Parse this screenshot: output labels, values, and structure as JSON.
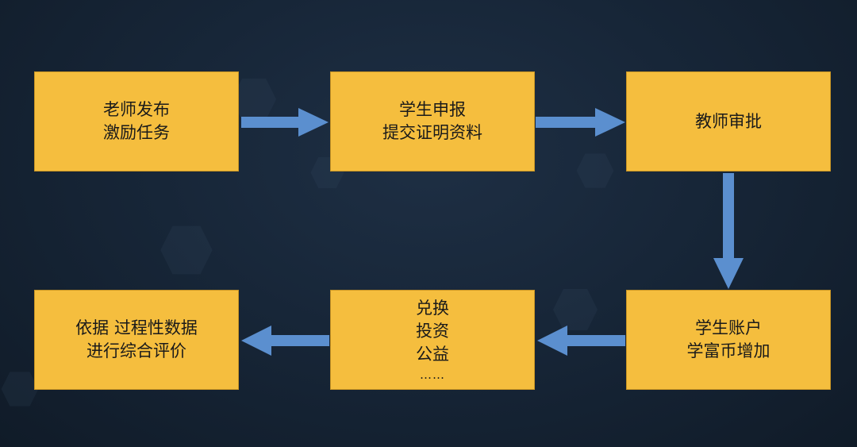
{
  "nodes": [
    {
      "id": "n1",
      "lines": [
        "老师发布",
        "激励任务"
      ]
    },
    {
      "id": "n2",
      "lines": [
        "学生申报",
        "提交证明资料"
      ]
    },
    {
      "id": "n3",
      "lines": [
        "教师审批"
      ]
    },
    {
      "id": "n4",
      "lines": [
        "学生账户",
        "学富币增加"
      ]
    },
    {
      "id": "n5",
      "lines": [
        "兑换",
        "投资",
        "公益",
        "……"
      ]
    },
    {
      "id": "n6",
      "lines": [
        "依据 过程性数据",
        "进行综合评价"
      ]
    }
  ],
  "edges": [
    {
      "from": "n1",
      "to": "n2"
    },
    {
      "from": "n2",
      "to": "n3"
    },
    {
      "from": "n3",
      "to": "n4"
    },
    {
      "from": "n4",
      "to": "n5"
    },
    {
      "from": "n5",
      "to": "n6"
    }
  ],
  "colors": {
    "node_fill": "#f5be3e",
    "arrow": "#5b8fcf",
    "background": "#172638"
  }
}
